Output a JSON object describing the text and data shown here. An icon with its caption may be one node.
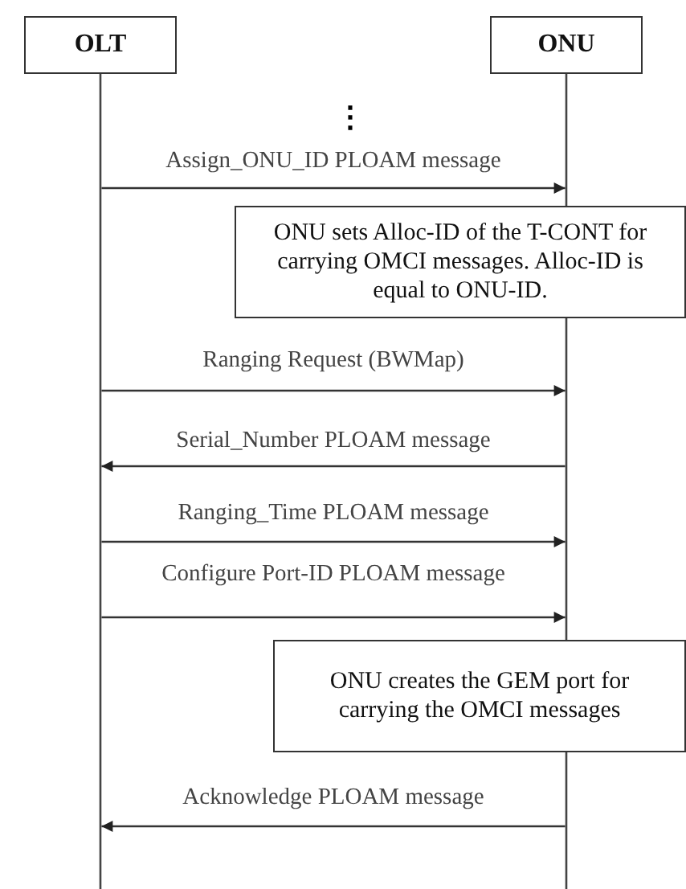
{
  "diagram": {
    "nodes": [
      {
        "text": [
          "OLT"
        ]
      },
      {
        "text": [
          "ONU"
        ]
      },
      {
        "text": [
          "ONU sets Alloc-ID of the T-CONT for carrying OMCI messages. Alloc-ID is equal to ONU-ID."
        ]
      },
      {
        "text": [
          "ONU creates the GEM port for carrying the OMCI messages"
        ]
      }
    ],
    "edges": [
      {
        "from": 0,
        "to": 1,
        "arrow": "to",
        "label": "Assign_ONU_ID PLOAM message"
      },
      {
        "from": 0,
        "to": 1,
        "arrow": "to",
        "label": "Ranging Request (BWMap)"
      },
      {
        "from": 1,
        "to": 0,
        "arrow": "to",
        "label": "Serial_Number PLOAM message"
      },
      {
        "from": 0,
        "to": 1,
        "arrow": "to",
        "label": "Ranging_Time PLOAM message"
      },
      {
        "from": 0,
        "to": 1,
        "arrow": "to",
        "label": "Configure Port-ID PLOAM message"
      },
      {
        "from": 1,
        "to": 0,
        "arrow": "to",
        "label": "Acknowledge PLOAM message"
      }
    ],
    "labels": [
      "⋮"
    ]
  }
}
